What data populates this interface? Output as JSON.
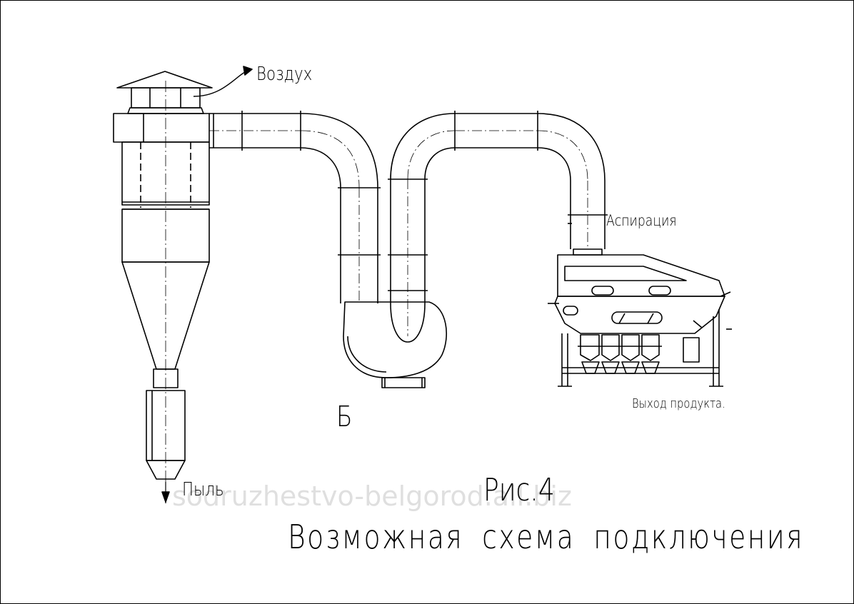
{
  "labels": {
    "air": "Воздух",
    "aspiration": "Аспирация",
    "product_out": "Выход продукта.",
    "point": "Б",
    "dust": "Пыль",
    "figure": "Рис.4",
    "caption": "Возможная  схема  подключения"
  },
  "watermark": "sodruzhestvo-belgorod.all.biz"
}
